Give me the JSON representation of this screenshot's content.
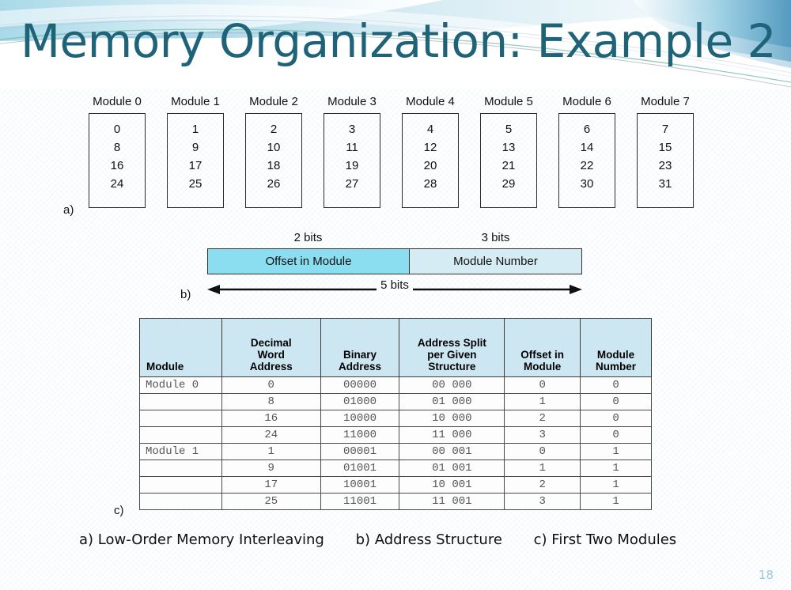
{
  "slide": {
    "title": "Memory Organization: Example 2",
    "page_number": "18",
    "title_color": "#1F6379",
    "page_number_color": "#9CC8DE"
  },
  "part_a": {
    "label": "a)",
    "modules": [
      {
        "name": "Module 0",
        "values": [
          "0",
          "8",
          "16",
          "24"
        ]
      },
      {
        "name": "Module 1",
        "values": [
          "1",
          "9",
          "17",
          "25"
        ]
      },
      {
        "name": "Module 2",
        "values": [
          "2",
          "10",
          "18",
          "26"
        ]
      },
      {
        "name": "Module 3",
        "values": [
          "3",
          "11",
          "19",
          "27"
        ]
      },
      {
        "name": "Module 4",
        "values": [
          "4",
          "12",
          "20",
          "28"
        ]
      },
      {
        "name": "Module 5",
        "values": [
          "5",
          "13",
          "21",
          "29"
        ]
      },
      {
        "name": "Module 6",
        "values": [
          "6",
          "14",
          "22",
          "30"
        ]
      },
      {
        "name": "Module 7",
        "values": [
          "7",
          "15",
          "23",
          "31"
        ]
      }
    ]
  },
  "part_b": {
    "label": "b)",
    "offset_bits_label": "2 bits",
    "module_bits_label": "3 bits",
    "offset_segment": "Offset in Module",
    "module_segment": "Module Number",
    "total_bits_label": "5 bits",
    "offset_color": "#8BDDF0",
    "module_color": "#D6ECF5"
  },
  "part_c": {
    "label": "c)",
    "header_color": "#CDE7F2",
    "columns": [
      "Module",
      "Decimal\nWord\nAddress",
      "Binary\nAddress",
      "Address Split\nper Given\nStructure",
      "Offset in\nModule",
      "Module\nNumber"
    ],
    "columns_lines": [
      [
        "Module"
      ],
      [
        "Decimal",
        "Word",
        "Address"
      ],
      [
        "Binary",
        "Address"
      ],
      [
        "Address Split",
        "per Given",
        "Structure"
      ],
      [
        "Offset in",
        "Module"
      ],
      [
        "Module",
        "Number"
      ]
    ],
    "rows": [
      {
        "module": "Module 0",
        "decimal": "0",
        "binary": "00000",
        "split": "00  000",
        "offset": "0",
        "modnum": "0"
      },
      {
        "module": "",
        "decimal": "8",
        "binary": "01000",
        "split": "01  000",
        "offset": "1",
        "modnum": "0"
      },
      {
        "module": "",
        "decimal": "16",
        "binary": "10000",
        "split": "10  000",
        "offset": "2",
        "modnum": "0"
      },
      {
        "module": "",
        "decimal": "24",
        "binary": "11000",
        "split": "11  000",
        "offset": "3",
        "modnum": "0"
      },
      {
        "module": "Module 1",
        "decimal": "1",
        "binary": "00001",
        "split": "00  001",
        "offset": "0",
        "modnum": "1"
      },
      {
        "module": "",
        "decimal": "9",
        "binary": "01001",
        "split": "01  001",
        "offset": "1",
        "modnum": "1"
      },
      {
        "module": "",
        "decimal": "17",
        "binary": "10001",
        "split": "10  001",
        "offset": "2",
        "modnum": "1"
      },
      {
        "module": "",
        "decimal": "25",
        "binary": "11001",
        "split": "11  001",
        "offset": "3",
        "modnum": "1"
      }
    ]
  },
  "caption": {
    "items": [
      "a)  Low-Order Memory Interleaving",
      "b)  Address Structure",
      "c)  First Two Modules"
    ]
  }
}
